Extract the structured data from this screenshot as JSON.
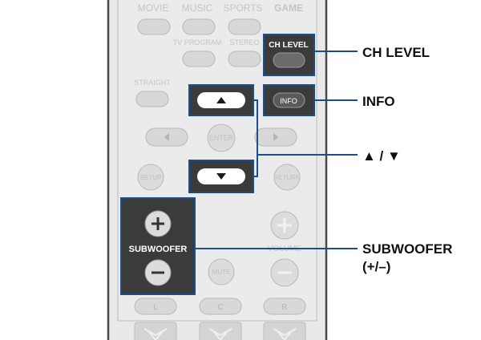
{
  "remote": {
    "top_buttons": [
      "MOVIE",
      "MUSIC",
      "SPORTS",
      "GAME"
    ],
    "tv_program_label": "TV PROGRAM",
    "stereo_label": "STEREO",
    "direct_label": "STRAIGHT",
    "ch_level_label": "CH LEVEL",
    "info_label": "INFO",
    "enter_label": "ENTER",
    "setup_label": "SETUP",
    "return_label": "RETURN",
    "subwoofer_label": "SUBWOOFER",
    "volume_label": "VOLUME",
    "mute_label": "MUTE",
    "speaker_buttons": [
      "L",
      "C",
      "R"
    ]
  },
  "callouts": {
    "ch_level": "CH LEVEL",
    "info": "INFO",
    "cursor": "▲ / ▼",
    "subwoofer_line1": "SUBWOOFER",
    "subwoofer_line2": "(+/–)"
  },
  "colors": {
    "remote_body": "#e8e8e8",
    "remote_outline": "#5a5a5a",
    "button_fill": "#d6d6d6",
    "highlight_dark": "#3a3a3a",
    "highlight_border": "#1a4f8f",
    "callout_line": "#1a4f8f"
  }
}
